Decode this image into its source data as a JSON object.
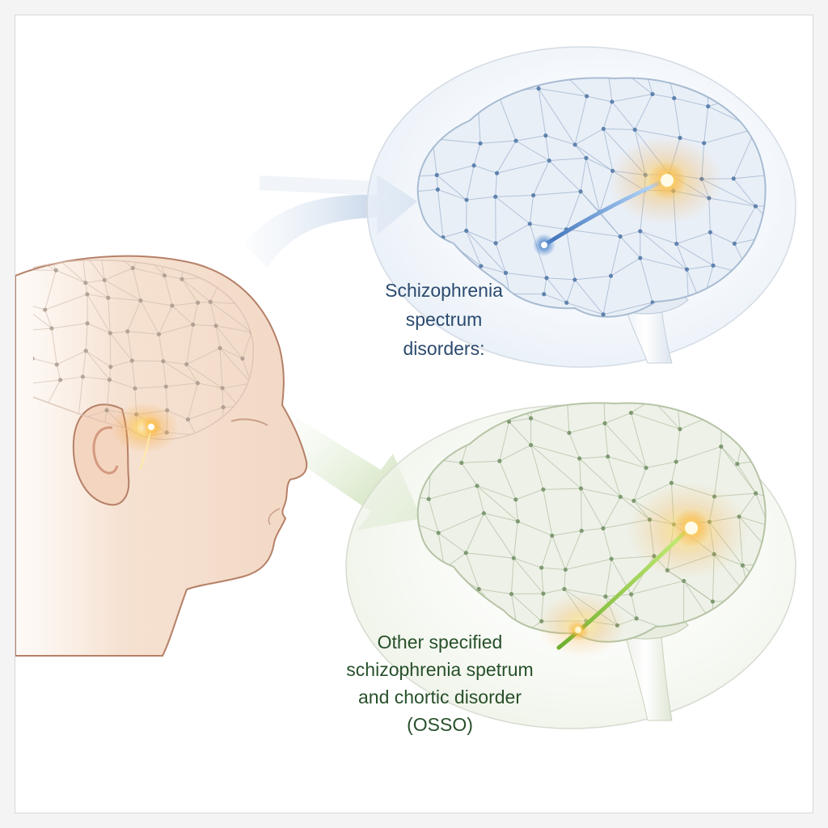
{
  "diagram": {
    "top_label": {
      "line1": "Schizophrenia",
      "line2": "spectrum",
      "line3": "disorders:"
    },
    "bottom_label": {
      "line1": "Other specified",
      "line2": "schizophrenia spetrum",
      "line3": "and chortic disorder",
      "line4": "(OSSO)"
    }
  },
  "colors": {
    "top_theme": "#4f7fb2",
    "bottom_theme": "#7fb04a",
    "highlight": "#f7a22a",
    "skin": "#f3dccb",
    "skin_outline": "#a86f58"
  },
  "icons": {
    "head": "human-head-profile-icon",
    "brain": "brain-network-icon",
    "arrow": "flow-arrow-icon"
  }
}
